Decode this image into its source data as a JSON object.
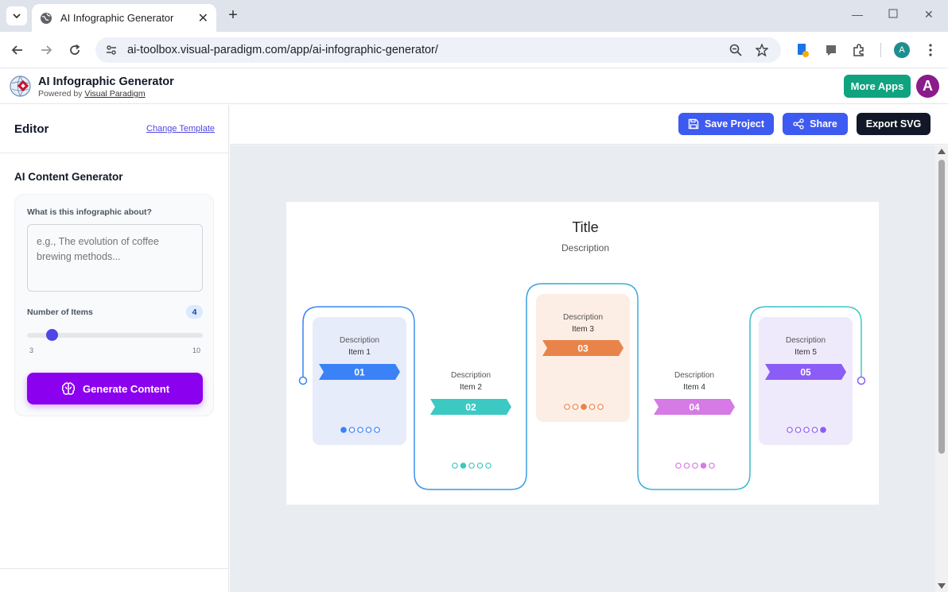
{
  "browser": {
    "tab_title": "AI Infographic Generator",
    "url": "ai-toolbox.visual-paradigm.com/app/ai-infographic-generator/",
    "profile_initial": "A"
  },
  "header": {
    "title": "AI Infographic Generator",
    "powered_by": "Powered by",
    "powered_link": "Visual Paradigm",
    "more_apps": "More Apps",
    "avatar_initial": "A"
  },
  "sidebar": {
    "title": "Editor",
    "change_template": "Change Template",
    "section_title": "AI Content Generator",
    "question_label": "What is this infographic about?",
    "topic_value": "",
    "topic_placeholder": "e.g., The evolution of coffee brewing methods...",
    "items_label": "Number of Items",
    "items_value": "4",
    "slider_min": "3",
    "slider_max": "10",
    "slider_fraction": 0.142,
    "generate_label": "Generate Content"
  },
  "toolbar": {
    "save_label": "Save Project",
    "share_label": "Share",
    "export_label": "Export SVG"
  },
  "infographic": {
    "title": "Title",
    "description": "Description",
    "items": [
      {
        "number": "01",
        "desc": "Description",
        "label": "Item 1",
        "color": "#3b82f6",
        "bg": "#e7ecfb",
        "active_dot": 1
      },
      {
        "number": "02",
        "desc": "Description",
        "label": "Item 2",
        "color": "#3cc9c3",
        "bg": "",
        "active_dot": 2
      },
      {
        "number": "03",
        "desc": "Description",
        "label": "Item 3",
        "color": "#e8844a",
        "bg": "#fdeee5",
        "active_dot": 3
      },
      {
        "number": "04",
        "desc": "Description",
        "label": "Item 4",
        "color": "#d67ae6",
        "bg": "",
        "active_dot": 4
      },
      {
        "number": "05",
        "desc": "Description",
        "label": "Item 5",
        "color": "#8b5cf6",
        "bg": "#efeafb",
        "active_dot": 5
      }
    ]
  },
  "colors": {
    "accent": "#4f46e5",
    "generate": "#8b00ef",
    "more_apps": "#10a37f",
    "export": "#111827"
  }
}
